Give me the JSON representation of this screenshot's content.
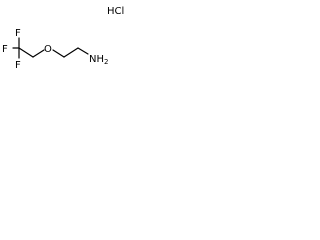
{
  "molecule": {
    "salt": "HCl",
    "amine": "NH",
    "amine_subscript": "2",
    "oxygen": "O",
    "fluorines": [
      "F",
      "F",
      "F"
    ]
  }
}
